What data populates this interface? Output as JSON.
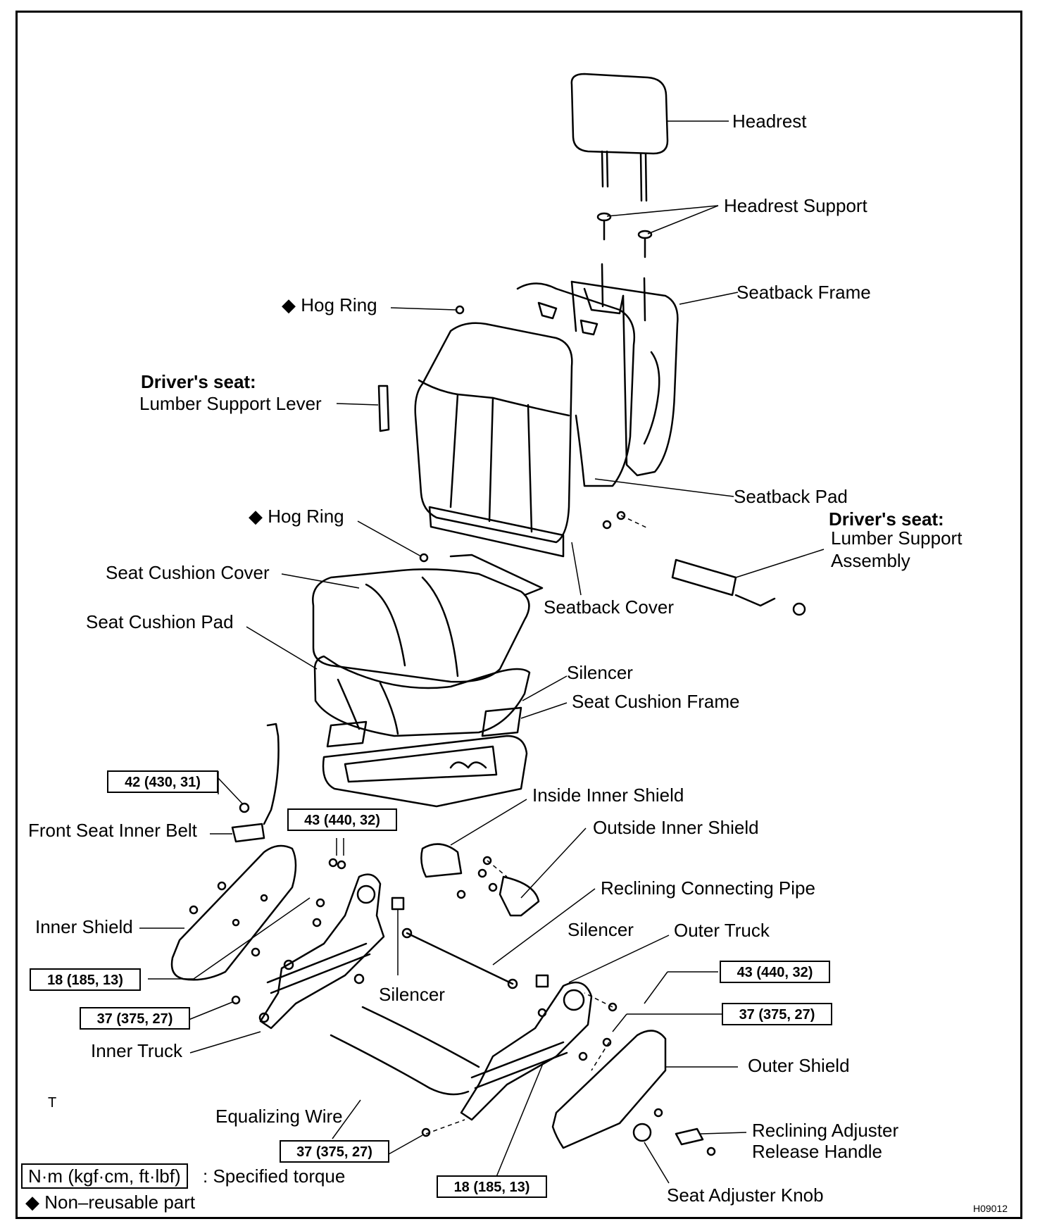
{
  "labels": {
    "headrest": "Headrest",
    "headrest_support": "Headrest Support",
    "seatback_frame": "Seatback Frame",
    "hog_ring_1": "Hog Ring",
    "drivers_seat_1": "Driver's seat:",
    "lumber_support_lever": "Lumber Support Lever",
    "seatback_pad": "Seatback Pad",
    "drivers_seat_2": "Driver's seat:",
    "lumber_support_assembly_1": "Lumber Support",
    "lumber_support_assembly_2": "Assembly",
    "hog_ring_2": "Hog Ring",
    "seat_cushion_cover": "Seat Cushion Cover",
    "seat_cushion_pad": "Seat Cushion Pad",
    "seatback_cover": "Seatback Cover",
    "silencer_1": "Silencer",
    "seat_cushion_frame": "Seat Cushion Frame",
    "inside_inner_shield": "Inside Inner Shield",
    "outside_inner_shield": "Outside Inner Shield",
    "front_seat_inner_belt": "Front Seat Inner Belt",
    "reclining_connecting_pipe": "Reclining Connecting Pipe",
    "inner_shield": "Inner Shield",
    "silencer_2": "Silencer",
    "outer_truck": "Outer Truck",
    "silencer_3": "Silencer",
    "inner_truck": "Inner Truck",
    "outer_shield": "Outer Shield",
    "equalizing_wire": "Equalizing Wire",
    "reclining_adjuster_1": "Reclining Adjuster",
    "reclining_adjuster_2": "Release Handle",
    "seat_adjuster_knob": "Seat Adjuster Knob",
    "t_mark": "T"
  },
  "torques": {
    "t1": "42 (430, 31)",
    "t2": "43 (440, 32)",
    "t3": "18 (185, 13)",
    "t4": "37 (375, 27)",
    "t5": "43 (440, 32)",
    "t6": "37 (375, 27)",
    "t7": "37 (375, 27)",
    "t8": "18 (185, 13)"
  },
  "legend": {
    "unit_box": "N·m (kgf·cm, ft·lbf)",
    "unit_text": ": Specified torque",
    "nonreusable": "Non–reusable part",
    "diamond": "◆"
  },
  "figure_code": "H09012"
}
